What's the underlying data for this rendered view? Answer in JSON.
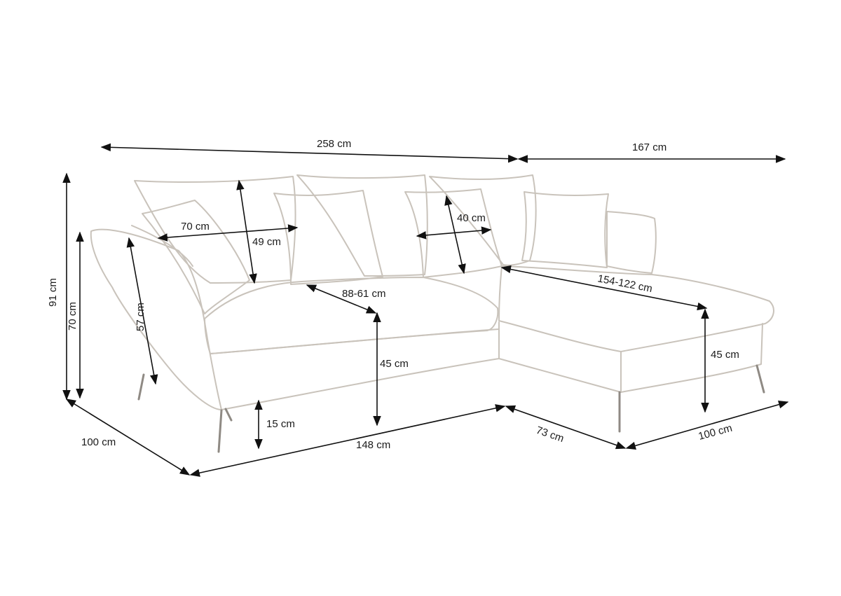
{
  "diagram": {
    "overall_width": "258 cm",
    "chaise_length": "167 cm",
    "total_height": "91 cm",
    "armrest_height": "70 cm",
    "backrest_height": "57 cm",
    "cushion_width": "70 cm",
    "cushion_height": "49 cm",
    "small_cushion": "40 cm",
    "seat_depth": "88-61 cm",
    "chaise_depth": "154-122 cm",
    "seat_height": "45 cm",
    "chaise_seat_height": "45 cm",
    "leg_height": "15 cm",
    "side_depth": "100 cm",
    "front_length": "148 cm",
    "chaise_front": "73 cm",
    "chaise_width": "100 cm"
  }
}
